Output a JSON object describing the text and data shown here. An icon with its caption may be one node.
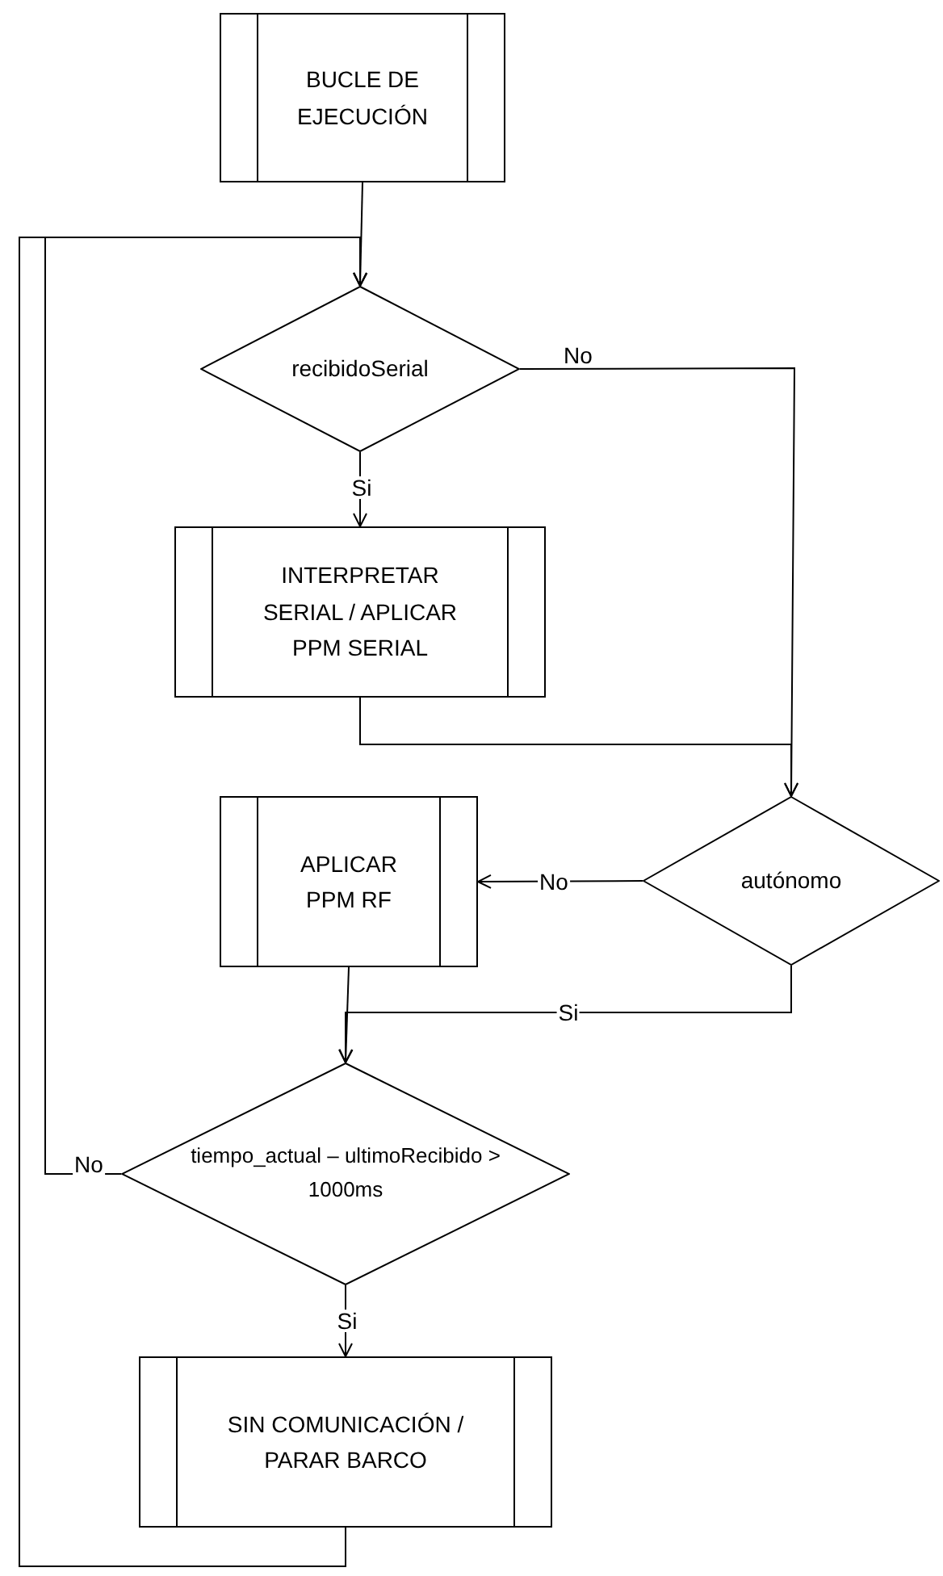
{
  "diagram": {
    "nodes": [
      {
        "text": [
          "BUCLE DE EJECUCIÓN"
        ]
      },
      {
        "text": [
          "recibidoSerial"
        ]
      },
      {
        "text": [
          "INTERPRETAR SERIAL / APLICAR PPM SERIAL"
        ]
      },
      {
        "text": [
          "autónomo"
        ]
      },
      {
        "text": [
          "APLICAR PPM RF"
        ]
      },
      {
        "text": [
          "tiempo_actual – ultimoRecibido > 1000ms"
        ]
      },
      {
        "text": [
          "SIN COMUNICACIÓN / PARAR BARCO"
        ]
      }
    ],
    "edges": [
      {
        "from": 0,
        "to": 1,
        "arrow": "to"
      },
      {
        "from": 1,
        "to": 2,
        "label": "Si",
        "arrow": "to"
      },
      {
        "from": 1,
        "to": 3,
        "label": "No",
        "arrow": "to"
      },
      {
        "from": 2,
        "to": 3,
        "arrow": "to"
      },
      {
        "from": 3,
        "to": 4,
        "label": "No",
        "arrow": "to"
      },
      {
        "from": 4,
        "to": 5,
        "arrow": "to"
      },
      {
        "from": 3,
        "to": 5,
        "label": "Si",
        "arrow": "to"
      },
      {
        "from": 5,
        "to": 1,
        "label": "No",
        "arrow": "to"
      },
      {
        "from": 5,
        "to": 6,
        "label": "Si",
        "arrow": "to"
      },
      {
        "from": 6,
        "to": 1,
        "arrow": "to"
      }
    ]
  }
}
